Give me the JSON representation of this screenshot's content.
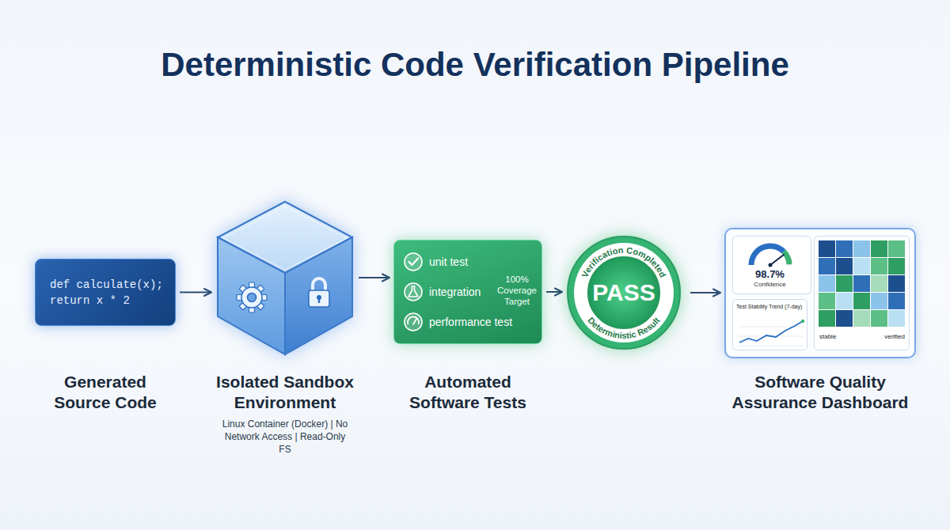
{
  "diagram": {
    "title": "Deterministic Code Verification Pipeline",
    "nodes": [
      {
        "text": [
          "def calculate(x); return x * 2",
          "Generated Source Code"
        ]
      },
      {
        "text": [
          "Isolated Sandbox Environment",
          "Linux Container (Docker) | No Network Access | Read-Only FS"
        ]
      },
      {
        "text": [
          "unit test",
          "integration",
          "performance test",
          "100% Coverage Target",
          "Automated Software Tests"
        ]
      },
      {
        "text": [
          "Verification Completed",
          "PASS",
          "Deterministic Result"
        ]
      },
      {
        "text": [
          "Software Quality Assurance Dashboard"
        ]
      },
      {
        "text": [
          "98.7%",
          "Confidence"
        ],
        "in": 4
      },
      {
        "text": [
          "Test Stability Trend (7-day)"
        ],
        "in": 4
      },
      {
        "text": [
          "stable",
          "verified"
        ],
        "in": 4
      }
    ],
    "edges": [
      {
        "from": 0,
        "to": 1,
        "arrow": "to"
      },
      {
        "from": 1,
        "to": 2,
        "arrow": "to"
      },
      {
        "from": 2,
        "to": 3,
        "arrow": "to"
      },
      {
        "from": 3,
        "to": 4,
        "arrow": "to"
      }
    ]
  }
}
